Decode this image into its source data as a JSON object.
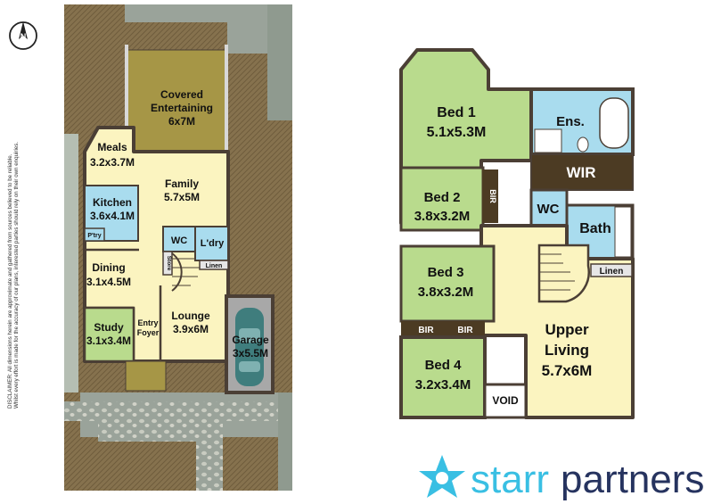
{
  "disclaimer": {
    "line1": "DISCLAIMER: All dimensions herein are approximate and gathered from sources believed to be reliable.",
    "line2": "Whilst every effort is made for the accuracy of our plans, interested parties should rely on their own enquiries."
  },
  "compass": {
    "letter": "N",
    "icon": "north-arrow-icon"
  },
  "ground_floor": {
    "covered_entertaining": {
      "name": "Covered\nEntertaining",
      "line1": "Covered",
      "line2": "Entertaining",
      "size": "6x7M"
    },
    "meals": {
      "name": "Meals",
      "size": "3.2x3.7M"
    },
    "family": {
      "name": "Family",
      "size": "5.7x5M"
    },
    "kitchen": {
      "name": "Kitchen",
      "size": "3.6x4.1M"
    },
    "pantry": {
      "name": "P'try"
    },
    "wc": {
      "name": "WC"
    },
    "laundry": {
      "name": "L'dry"
    },
    "store": {
      "name": "Store"
    },
    "linen": {
      "name": "Linen"
    },
    "dining": {
      "name": "Dining",
      "size": "3.1x4.5M"
    },
    "study": {
      "name": "Study",
      "size": "3.1x3.4M"
    },
    "entry": {
      "line1": "Entry",
      "line2": "Foyer"
    },
    "lounge": {
      "name": "Lounge",
      "size": "3.9x6M"
    },
    "garage": {
      "name": "Garage",
      "size": "3x5.5M"
    }
  },
  "upper_floor": {
    "bed1": {
      "name": "Bed 1",
      "size": "5.1x5.3M"
    },
    "ensuite": {
      "name": "Ens."
    },
    "wir": {
      "name": "WIR"
    },
    "bed2": {
      "name": "Bed 2",
      "size": "3.8x3.2M"
    },
    "bir_bed2": {
      "name": "BIR"
    },
    "wc": {
      "name": "WC"
    },
    "bath": {
      "name": "Bath"
    },
    "linen": {
      "name": "Linen"
    },
    "bed3": {
      "name": "Bed 3",
      "size": "3.8x3.2M"
    },
    "bir_left": {
      "name": "BIR"
    },
    "bir_right": {
      "name": "BIR"
    },
    "bed4": {
      "name": "Bed 4",
      "size": "3.2x3.4M"
    },
    "void": {
      "name": "VOID"
    },
    "upper_living": {
      "line1": "Upper",
      "line2": "Living",
      "size": "5.7x6M"
    }
  },
  "logo": {
    "part1": "starr",
    "part2": "partners",
    "icon": "starr-star-icon"
  },
  "colors": {
    "room_yellow": "#fbf4c0",
    "room_green": "#b9db8d",
    "room_blue": "#a9dcee",
    "covered_olive": "#a69646",
    "wir_dark": "#4c3b23",
    "lawn_brown": "#86724e",
    "path_grey": "#9aa39a",
    "garage_grey": "#a8a8a8",
    "car_teal": "#3f7d7d",
    "wall": "#4b3f35",
    "logo_cyan": "#39bfe3",
    "logo_navy": "#26335f"
  }
}
